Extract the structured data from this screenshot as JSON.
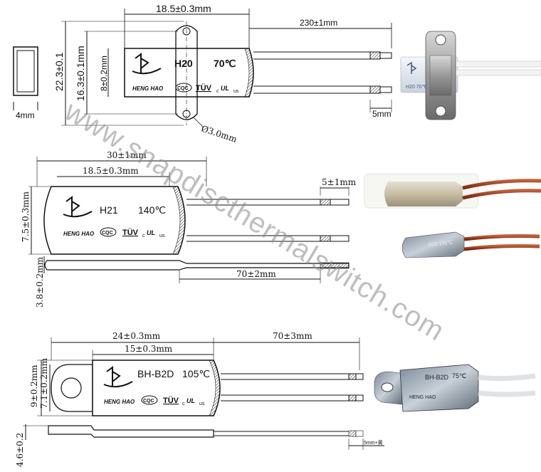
{
  "diagram1": {
    "width": "18.5±0.3mm",
    "lead_length": "230±1mm",
    "height_outer": "22.3±0.1",
    "height_mid": "16.3±0.1mm",
    "height_body": "8±0.2mm",
    "hole": "Ø3.0mm",
    "lead_end": "5mm",
    "side_width": "4mm",
    "model": "H20",
    "temp": "70℃",
    "brand": "HENG HAO",
    "cqc": "CQC",
    "tuv": "TÜV",
    "ul_c": "c",
    "ul": "UL",
    "ul_us": "us"
  },
  "diagram2": {
    "length": "30±1mm",
    "body_length": "18.5±0.3mm",
    "lead_end": "5±1mm",
    "height": "7.5±0.3mm",
    "model": "H21",
    "temp": "140℃",
    "brand": "HENG HAO",
    "cqc": "CQC",
    "tuv": "TÜV",
    "ul_c": "c",
    "ul": "UL",
    "ul_us": "us",
    "lead_length": "70±2mm",
    "thickness": "3.8±0.2mm"
  },
  "diagram3": {
    "length": "24±0.3mm",
    "lead_length": "70±3mm",
    "body_length": "15±0.3mm",
    "height_outer": "9±0.2mm",
    "height_body": "7.1±0.2mm",
    "model": "BH-B2D",
    "temp": "105℃",
    "brand": "HENG HAO",
    "cqc": "CQC",
    "tuv": "TÜV",
    "ul_c": "c",
    "ul": "UL",
    "ul_us": "us",
    "thickness": "4.6±0.2",
    "lead_end": "5mm+黄"
  },
  "photos": {
    "p1_mark": "H20 70℃",
    "p3_mark": "H21 105℃",
    "p4_model": "BH-B2D",
    "p4_temp": "75℃",
    "p4_brand": "HENG HAO"
  },
  "watermark": "www.snapdiscthermalswitch.com"
}
